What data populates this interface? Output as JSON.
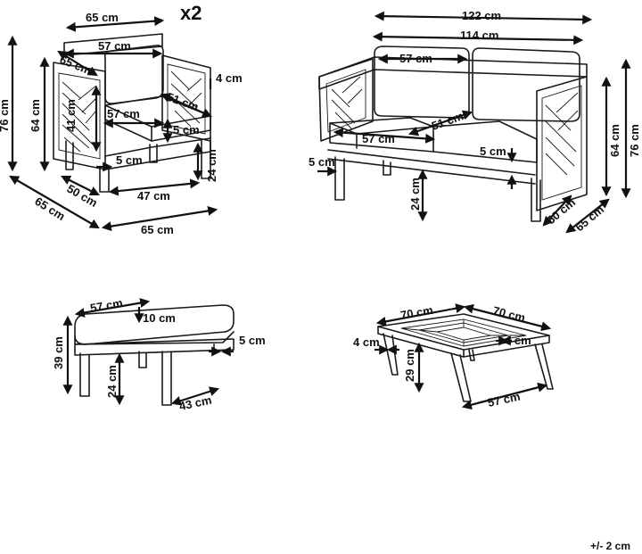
{
  "armchair": {
    "multiplier": "x2",
    "dims": {
      "total_width": "65 cm",
      "seat_width_top": "57 cm",
      "arm_depth": "65 cm",
      "arm_width": "4 cm",
      "seat_depth": "51 cm",
      "seat_width": "57 cm",
      "cushion_thickness": "5 cm",
      "back_height": "41 cm",
      "arm_height": "64 cm",
      "total_height": "76 cm",
      "seat_height": "24 cm",
      "leg_size": "5 cm",
      "inner_depth": "50 cm",
      "leg_span": "47 cm",
      "depth": "65 cm",
      "bottom_width": "65 cm"
    }
  },
  "sofa": {
    "dims": {
      "total_width": "122 cm",
      "inner_width": "114 cm",
      "back_cushion_width": "57 cm",
      "seat_depth": "51 cm",
      "seat_cushion_width": "57 cm",
      "cushion_thickness": "5 cm",
      "leg_size": "5 cm",
      "seat_height": "24 cm",
      "arm_height": "64 cm",
      "total_height": "76 cm",
      "inner_depth": "50 cm",
      "depth": "65 cm"
    }
  },
  "ottoman": {
    "dims": {
      "width": "57 cm",
      "cushion_thickness": "10 cm",
      "total_height": "39 cm",
      "leg_height": "24 cm",
      "leg_size": "5 cm",
      "leg_span": "43 cm"
    }
  },
  "table": {
    "dims": {
      "top_width": "70 cm",
      "top_depth": "70 cm",
      "edge_left": "4 cm",
      "edge_right": "4 cm",
      "height": "29 cm",
      "leg_span": "57 cm"
    }
  },
  "footer": {
    "tolerance": "+/- 2 cm"
  }
}
